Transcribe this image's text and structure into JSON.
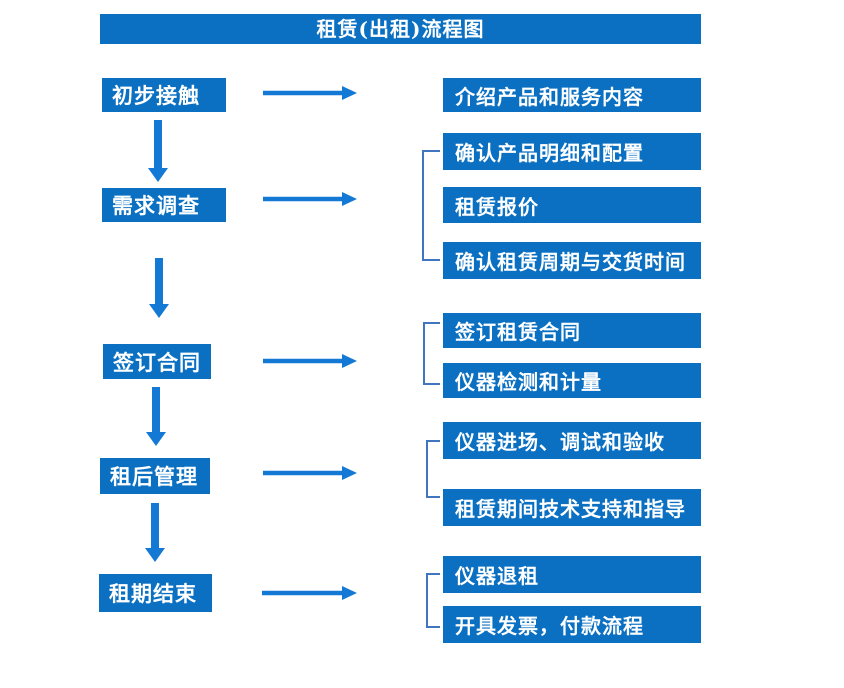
{
  "title": "租赁(出租)流程图",
  "colors": {
    "page_bg": "#ffffff",
    "box_fill": "#0b70c2",
    "arrow_blue": "#1479d4",
    "bracket_line": "#4076bf",
    "text_white": "#ffffff"
  },
  "steps": [
    {
      "label": "初步接触",
      "details": [
        "介绍产品和服务内容"
      ]
    },
    {
      "label": "需求调查",
      "details": [
        "确认产品明细和配置",
        "租赁报价",
        "确认租赁周期与交货时间"
      ]
    },
    {
      "label": "签订合同",
      "details": [
        "签订租赁合同",
        "仪器检测和计量"
      ]
    },
    {
      "label": "租后管理",
      "details": [
        "仪器进场、调试和验收",
        "租赁期间技术支持和指导"
      ]
    },
    {
      "label": "租期结束",
      "details": [
        "仪器退租",
        "开具发票，付款流程"
      ]
    }
  ]
}
